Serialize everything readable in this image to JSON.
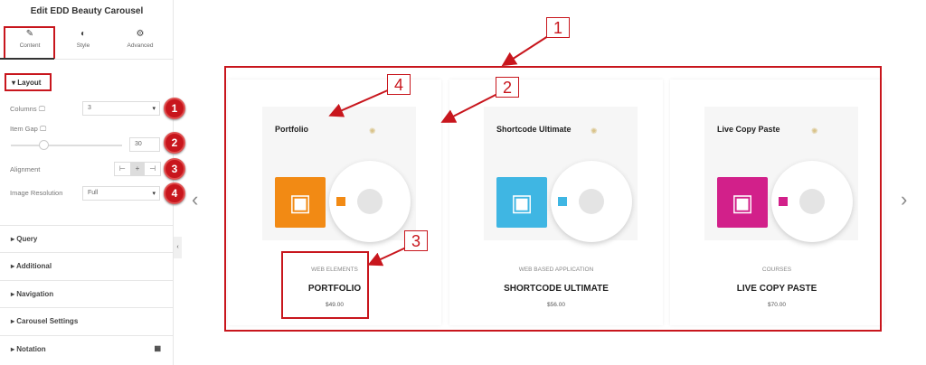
{
  "panel": {
    "title": "Edit EDD Beauty Carousel",
    "tabs": [
      {
        "label": "Content",
        "icon": "pencil-icon"
      },
      {
        "label": "Style",
        "icon": "contrast-icon"
      },
      {
        "label": "Advanced",
        "icon": "gear-icon"
      }
    ],
    "layout_label": "Layout",
    "fields": {
      "columns_label": "Columns",
      "columns_value": "3",
      "item_gap_label": "Item Gap",
      "item_gap_value": "30",
      "alignment_label": "Alignment",
      "image_resolution_label": "Image Resolution",
      "image_resolution_value": "Full"
    },
    "sections": [
      "Query",
      "Additional",
      "Navigation",
      "Carousel Settings",
      "Notation"
    ]
  },
  "markers": [
    "1",
    "2",
    "3",
    "4"
  ],
  "products": [
    {
      "box_title": "Portfolio",
      "category": "WEB ELEMENTS",
      "name": "PORTFOLIO",
      "price": "$49.00",
      "color": "#f28a14"
    },
    {
      "box_title": "Shortcode Ultimate",
      "category": "WEB BASED APPLICATION",
      "name": "SHORTCODE ULTIMATE",
      "price": "$56.00",
      "color": "#3fb6e3"
    },
    {
      "box_title": "Live Copy Paste",
      "category": "COURSES",
      "name": "LIVE COPY PASTE",
      "price": "$70.00",
      "color": "#d2208a"
    }
  ],
  "annotations": {
    "n1": "1",
    "n2": "2",
    "n3": "3",
    "n4": "4"
  }
}
